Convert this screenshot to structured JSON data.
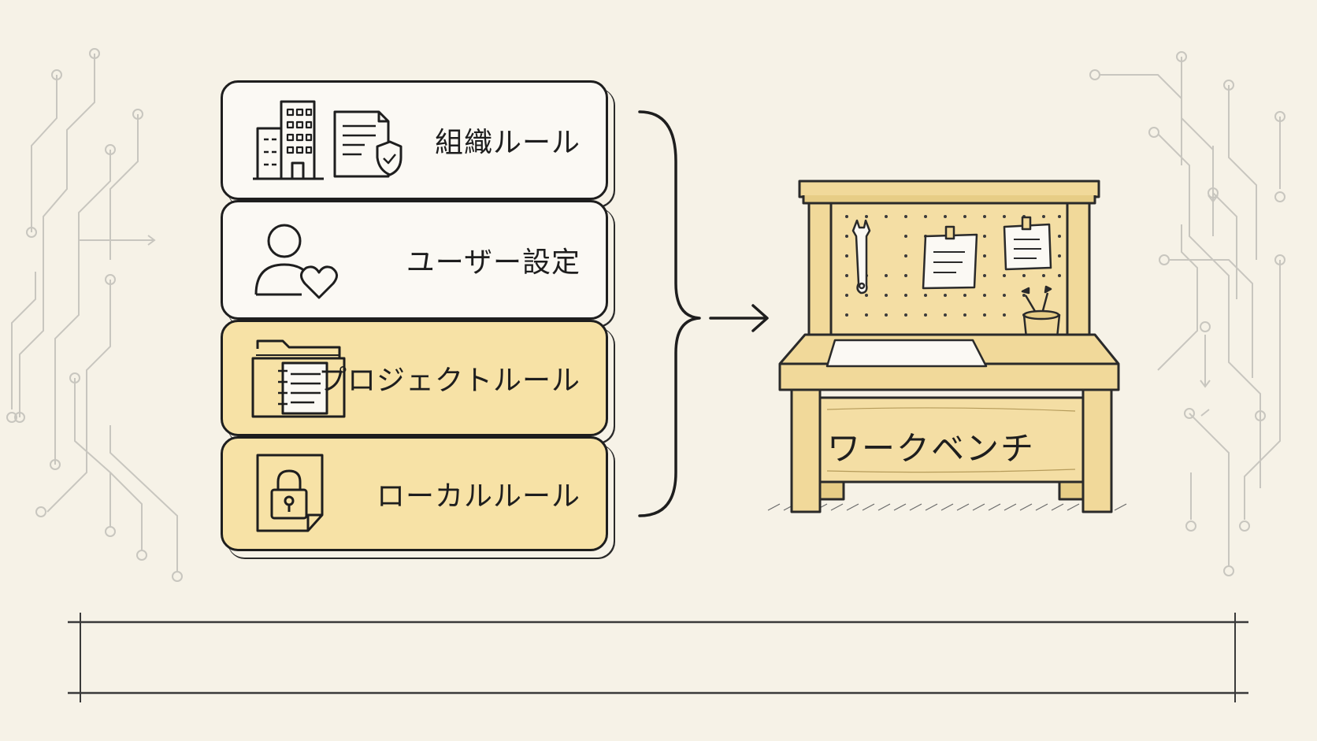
{
  "layers": [
    {
      "label": "組織ルール",
      "icons": [
        "building-icon",
        "policy-document-shield-icon"
      ],
      "fill": "#fbf9f4"
    },
    {
      "label": "ユーザー設定",
      "icons": [
        "user-heart-icon"
      ],
      "fill": "#fbf9f4"
    },
    {
      "label": "プロジェクトルール",
      "icons": [
        "folder-notebook-icon"
      ],
      "fill": "#f7e2a6"
    },
    {
      "label": "ローカルルール",
      "icons": [
        "padlock-document-icon"
      ],
      "fill": "#f7e2a6"
    }
  ],
  "target": {
    "label": "ワークベンチ",
    "icon": "workbench-icon"
  },
  "connector": {
    "type": "curly-brace-arrow"
  },
  "colors": {
    "background": "#f6f2e7",
    "highlight": "#f7e2a6",
    "wood": "#f1d99a",
    "ink": "#1e1e1e"
  }
}
